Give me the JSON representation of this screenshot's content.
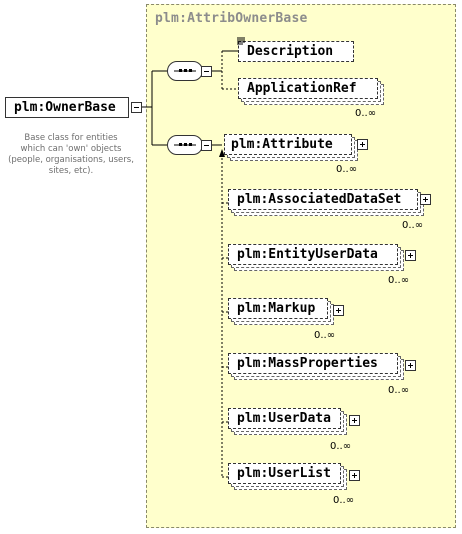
{
  "type_name": "plm:AttribOwnerBase",
  "root": {
    "name": "plm:OwnerBase",
    "documentation": [
      "Base class for entities",
      "which can 'own' objects",
      "(people, organisations, users,",
      "sites, etc)."
    ]
  },
  "sequence_1": {
    "elements": [
      {
        "name": "Description",
        "cardinality": ""
      },
      {
        "name": "ApplicationRef",
        "cardinality": "0..∞"
      }
    ]
  },
  "sequence_2": {
    "elements": [
      {
        "name": "plm:Attribute",
        "cardinality": "0..∞"
      },
      {
        "name": "plm:AssociatedDataSet",
        "cardinality": "0..∞"
      },
      {
        "name": "plm:EntityUserData",
        "cardinality": "0..∞"
      },
      {
        "name": "plm:Markup",
        "cardinality": "0..∞"
      },
      {
        "name": "plm:MassProperties",
        "cardinality": "0..∞"
      },
      {
        "name": "plm:UserData",
        "cardinality": "0..∞"
      },
      {
        "name": "plm:UserList",
        "cardinality": "0..∞"
      }
    ]
  },
  "icons": {
    "collapse": "minus-box-icon",
    "expand": "plus-box-icon",
    "sequence": "sequence-compositor-icon",
    "documentation": "documentation-icon"
  },
  "colors": {
    "type_background": "#ffffcc",
    "type_border": "#8a8a6a",
    "type_title": "#8c8c8c",
    "note_text": "#6e6e6e"
  }
}
